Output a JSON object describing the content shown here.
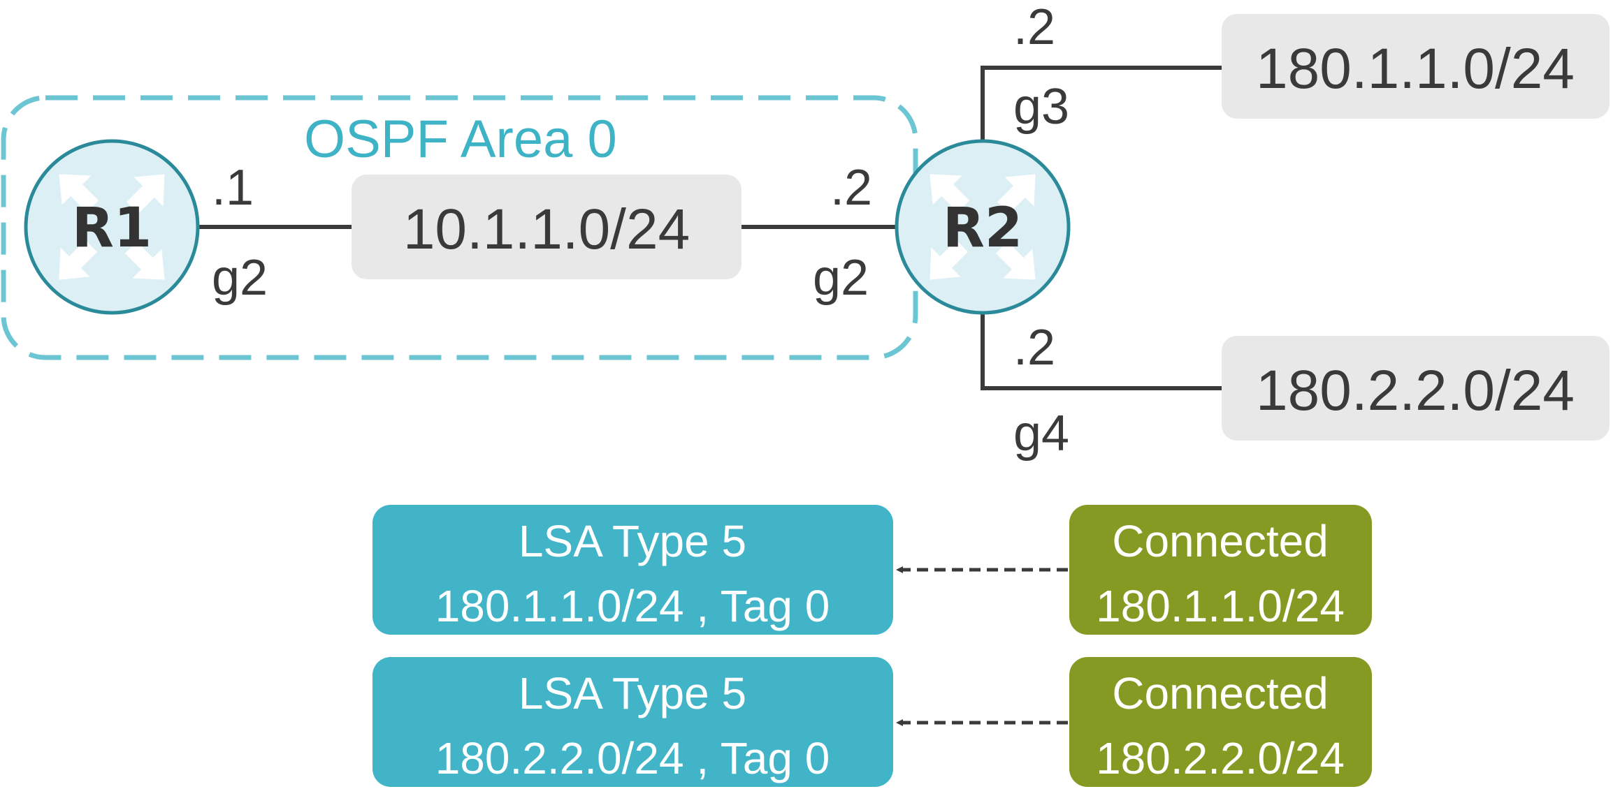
{
  "area": {
    "label": "OSPF Area 0",
    "color": "#6cc5d3"
  },
  "routers": {
    "r1": {
      "name": "R1"
    },
    "r2": {
      "name": "R2"
    }
  },
  "links": {
    "r1_r2": {
      "subnet": "10.1.1.0/24",
      "r1_ip": ".1",
      "r1_if": "g2",
      "r2_ip": ".2",
      "r2_if": "g2"
    },
    "r2_top": {
      "subnet": "180.1.1.0/24",
      "ip": ".2",
      "iface": "g3"
    },
    "r2_bottom": {
      "subnet": "180.2.2.0/24",
      "ip": ".2",
      "iface": "g4"
    }
  },
  "redistribution": [
    {
      "lsa_line1": "LSA Type 5",
      "lsa_line2": "180.1.1.0/24 , Tag 0",
      "src_line1": "Connected",
      "src_line2": "180.1.1.0/24"
    },
    {
      "lsa_line1": "LSA Type 5",
      "lsa_line2": "180.2.2.0/24 , Tag 0",
      "src_line1": "Connected",
      "src_line2": "180.2.2.0/24"
    }
  ],
  "colors": {
    "router_fill": "#dbeff4",
    "router_stroke": "#2b8a99",
    "subnet_box": "#e8e8e8",
    "lsa_box": "#41b4c8",
    "connected_box": "#859a22",
    "line": "#3a3a3a"
  }
}
